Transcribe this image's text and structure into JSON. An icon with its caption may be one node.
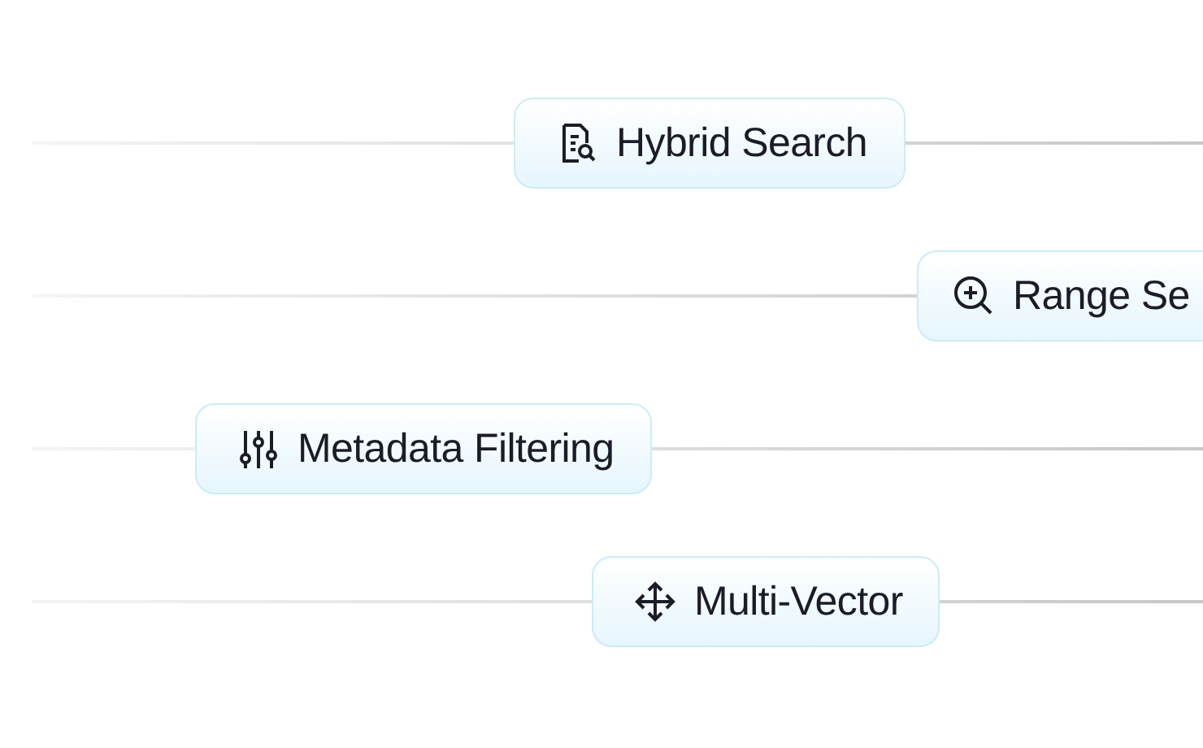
{
  "diagram": {
    "nodes": [
      {
        "text": [
          "Hybrid Search"
        ]
      },
      {
        "text": [
          "Range Se"
        ]
      },
      {
        "text": [
          "Metadata Filtering"
        ]
      },
      {
        "text": [
          "Multi-Vector"
        ]
      }
    ]
  }
}
